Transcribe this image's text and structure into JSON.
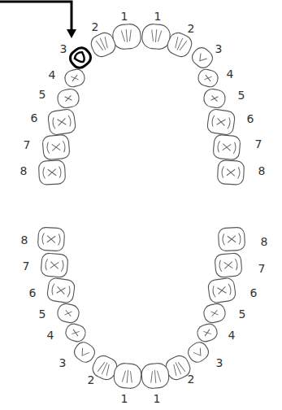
{
  "diagram": {
    "labels": [
      "1",
      "1",
      "2",
      "2",
      "3",
      "3",
      "4",
      "4",
      "5",
      "5",
      "6",
      "6",
      "7",
      "7",
      "8",
      "8",
      "8",
      "8",
      "7",
      "7",
      "6",
      "6",
      "5",
      "5",
      "4",
      "4",
      "3",
      "3",
      "2",
      "2",
      "1",
      "1"
    ]
  }
}
